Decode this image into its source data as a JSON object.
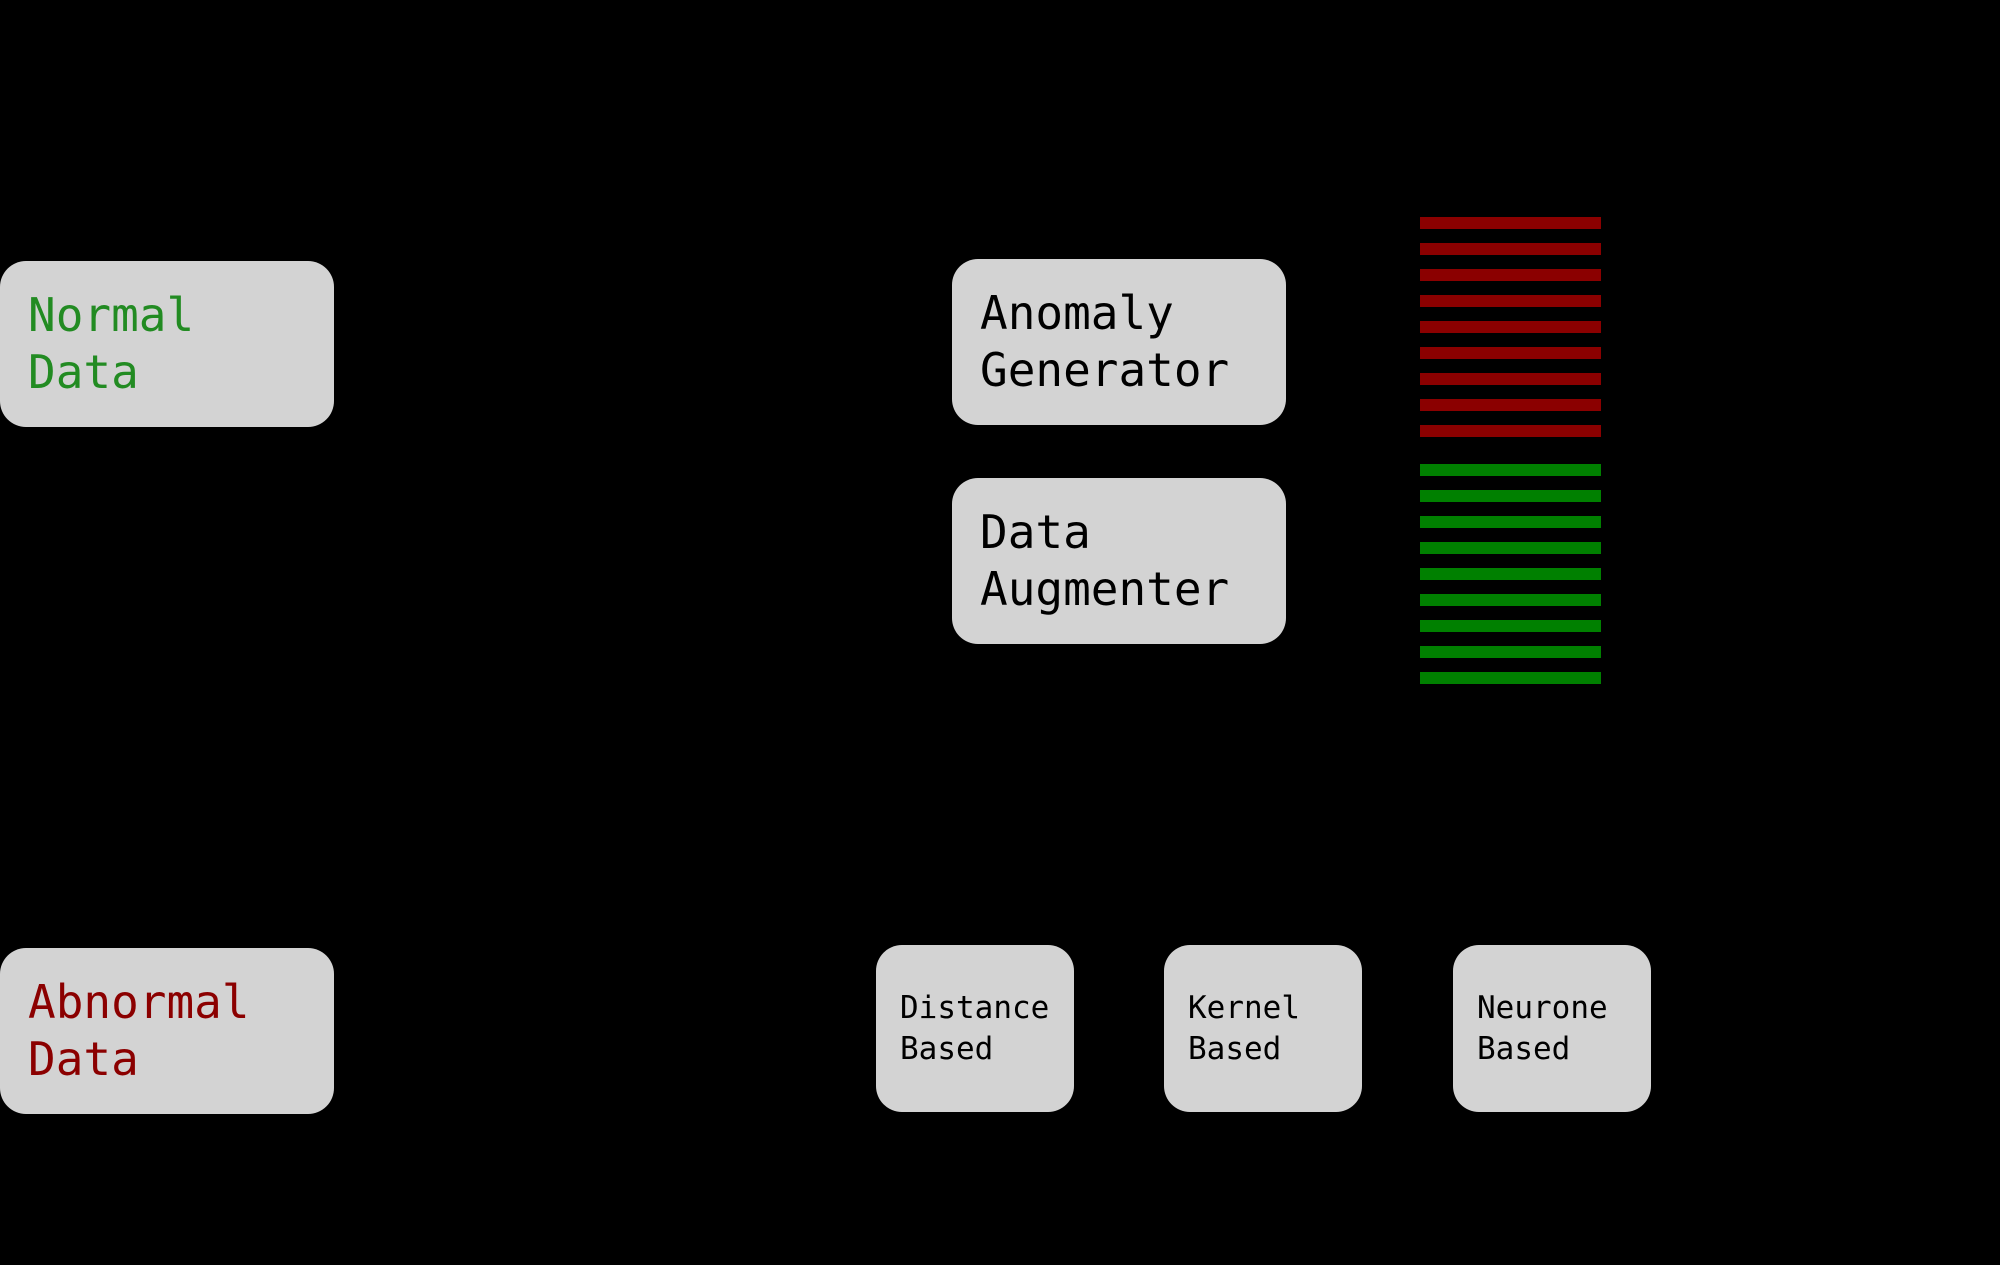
{
  "diagram": {
    "background": "#000000",
    "node_fill": "#d3d3d3",
    "nodes": {
      "normal_data": {
        "label": "Normal\nData",
        "color": "#228B22"
      },
      "abnormal_data": {
        "label": "Abnormal\nData",
        "color": "#8B0000"
      },
      "anomaly_generator": {
        "label": "Anomaly\nGenerator",
        "color": "#000000"
      },
      "data_augmenter": {
        "label": "Data\nAugmenter",
        "color": "#000000"
      },
      "distance_based": {
        "label": "Distance\nBased",
        "color": "#000000"
      },
      "kernel_based": {
        "label": "Kernel\nBased",
        "color": "#000000"
      },
      "neurone_based": {
        "label": "Neurone\nBased",
        "color": "#000000"
      }
    },
    "bar_stacks": {
      "anomaly": {
        "count": 9,
        "color": "#8B0000",
        "name": "anomaly-data-bar"
      },
      "normal": {
        "count": 9,
        "color": "#008000",
        "name": "normal-data-bar"
      }
    }
  }
}
